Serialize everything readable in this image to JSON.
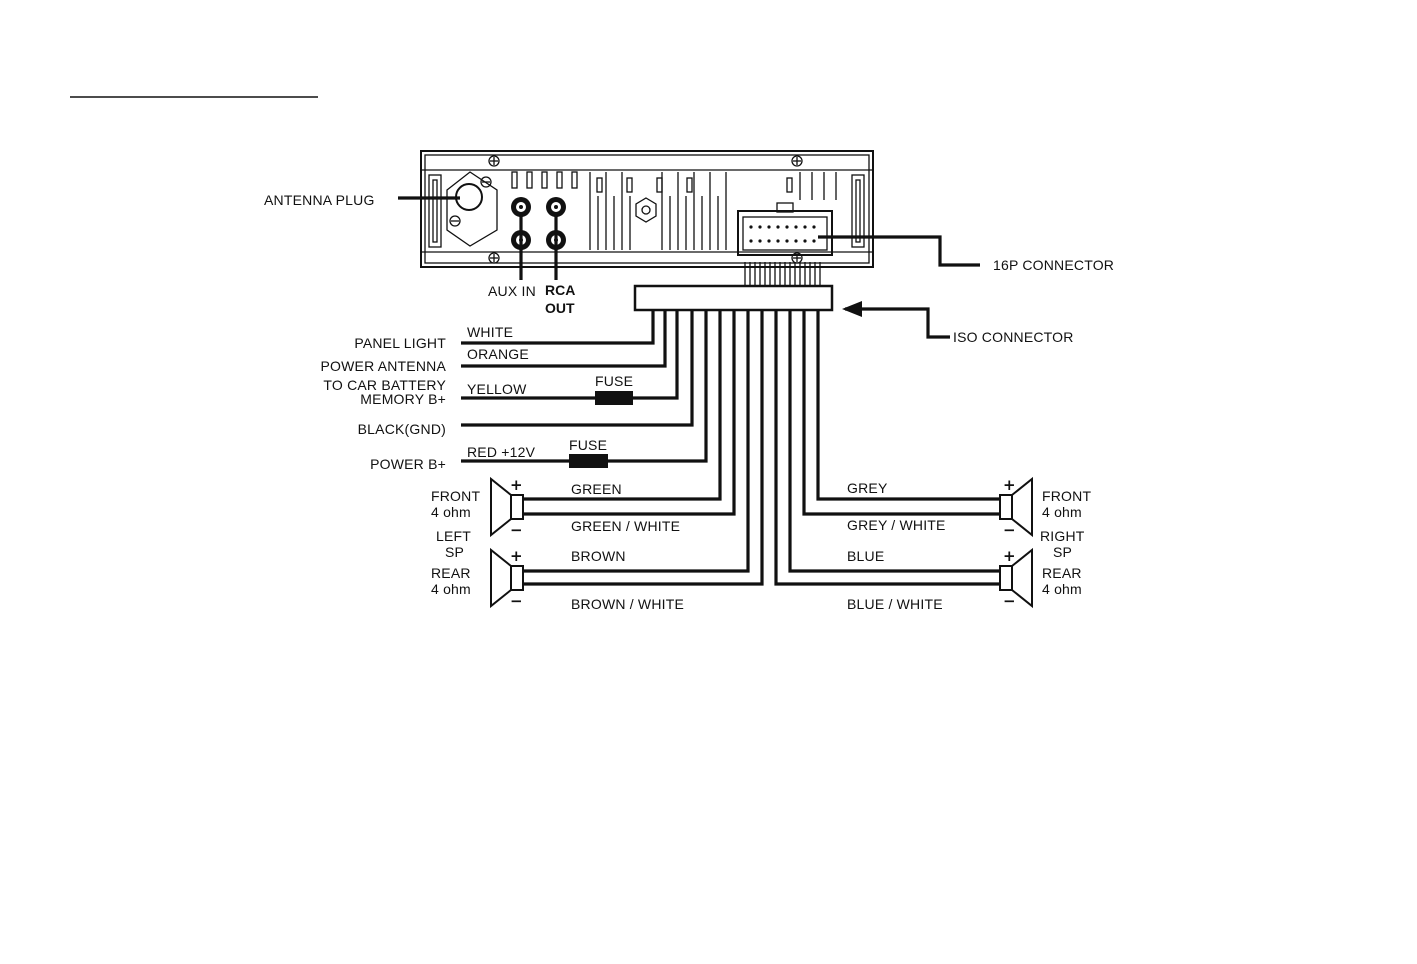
{
  "labels": {
    "antenna_plug": "ANTENNA PLUG",
    "aux_in": "AUX IN",
    "rca": "RCA",
    "out": "OUT",
    "connector_16p": "16P CONNECTOR",
    "iso_connector": "ISO CONNECTOR"
  },
  "left_functions": {
    "panel_light": "PANEL LIGHT",
    "power_antenna": "POWER ANTENNA",
    "to_car_battery": "TO CAR BATTERY",
    "memory_b": "MEMORY B+",
    "black_gnd": "BLACK(GND)",
    "power_b": "POWER B+"
  },
  "wire_colors": {
    "white": "WHITE",
    "orange": "ORANGE",
    "yellow": "YELLOW",
    "red_12v": "RED +12V",
    "green": "GREEN",
    "green_white": "GREEN / WHITE",
    "brown": "BROWN",
    "brown_white": "BROWN / WHITE",
    "grey": "GREY",
    "grey_white": "GREY / WHITE",
    "blue": "BLUE",
    "blue_white": "BLUE / WHITE"
  },
  "fuse": "FUSE",
  "speakers": {
    "left_front": "FRONT",
    "left_front_ohm": "4 ohm",
    "left": "LEFT",
    "left_sp": "SP",
    "left_rear": "REAR",
    "left_rear_ohm": "4 ohm",
    "right_front": "FRONT",
    "right_front_ohm": "4 ohm",
    "right": "RIGHT",
    "right_sp": "SP",
    "right_rear": "REAR",
    "right_rear_ohm": "4 ohm"
  },
  "polarity": {
    "plus": "+",
    "minus": "−"
  }
}
